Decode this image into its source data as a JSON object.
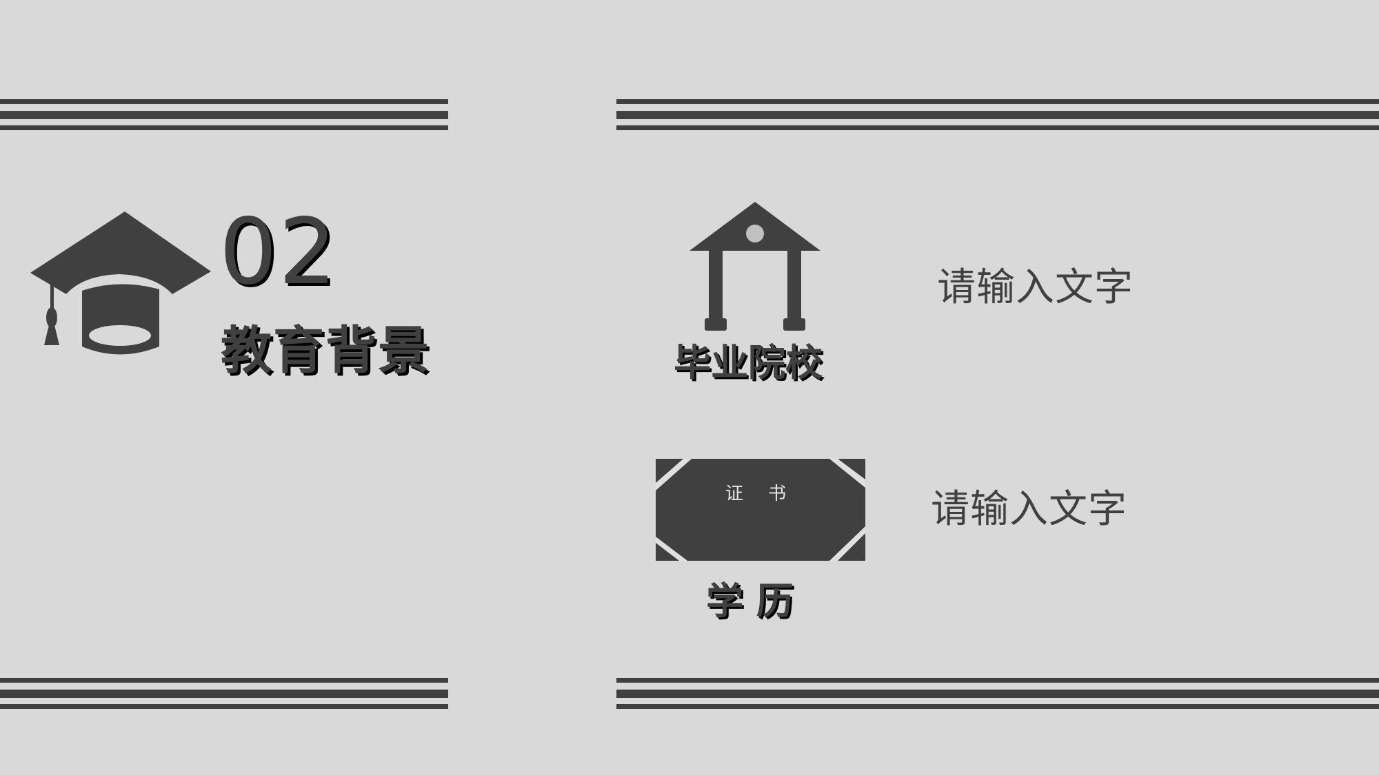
{
  "section": {
    "number": "02",
    "title": "教育背景"
  },
  "items": [
    {
      "label": "毕业院校",
      "icon": "school-building-icon",
      "text": "请输入文字"
    },
    {
      "label": "学 历",
      "icon": "certificate-icon",
      "certificate_text": "证 书",
      "text": "请输入文字"
    }
  ],
  "colors": {
    "background": "#d9d9d9",
    "foreground": "#404040",
    "shadow": "#000000",
    "certificate_text": "#e8e8e8"
  }
}
